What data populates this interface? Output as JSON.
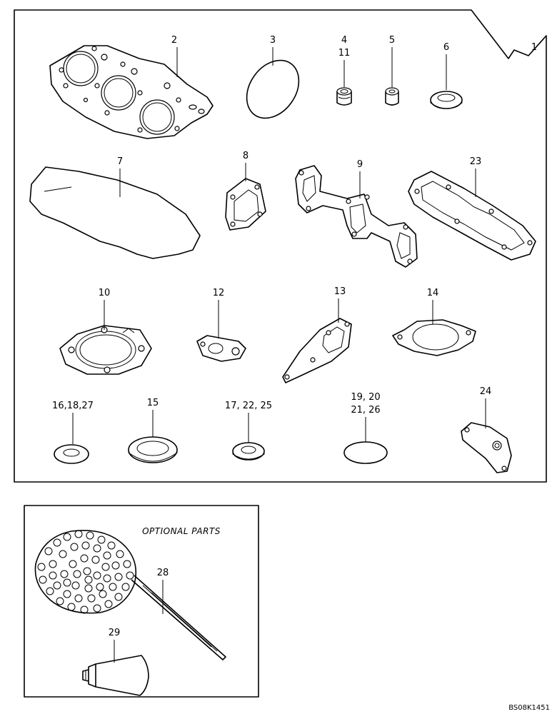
{
  "callouts": {
    "c1": "1",
    "c2": "2",
    "c3": "3",
    "c4": "4",
    "c11": "11",
    "c5": "5",
    "c6": "6",
    "c7": "7",
    "c8": "8",
    "c9": "9",
    "c23": "23",
    "c10": "10",
    "c12": "12",
    "c13": "13",
    "c14": "14",
    "c16": "16,18,27",
    "c15": "15",
    "c17": "17, 22, 25",
    "c19": "19, 20",
    "c21": "21, 26",
    "c24": "24",
    "c28": "28",
    "c29": "29"
  },
  "optional_title": "OPTIONAL PARTS",
  "drawing_code": "BS08K1451"
}
